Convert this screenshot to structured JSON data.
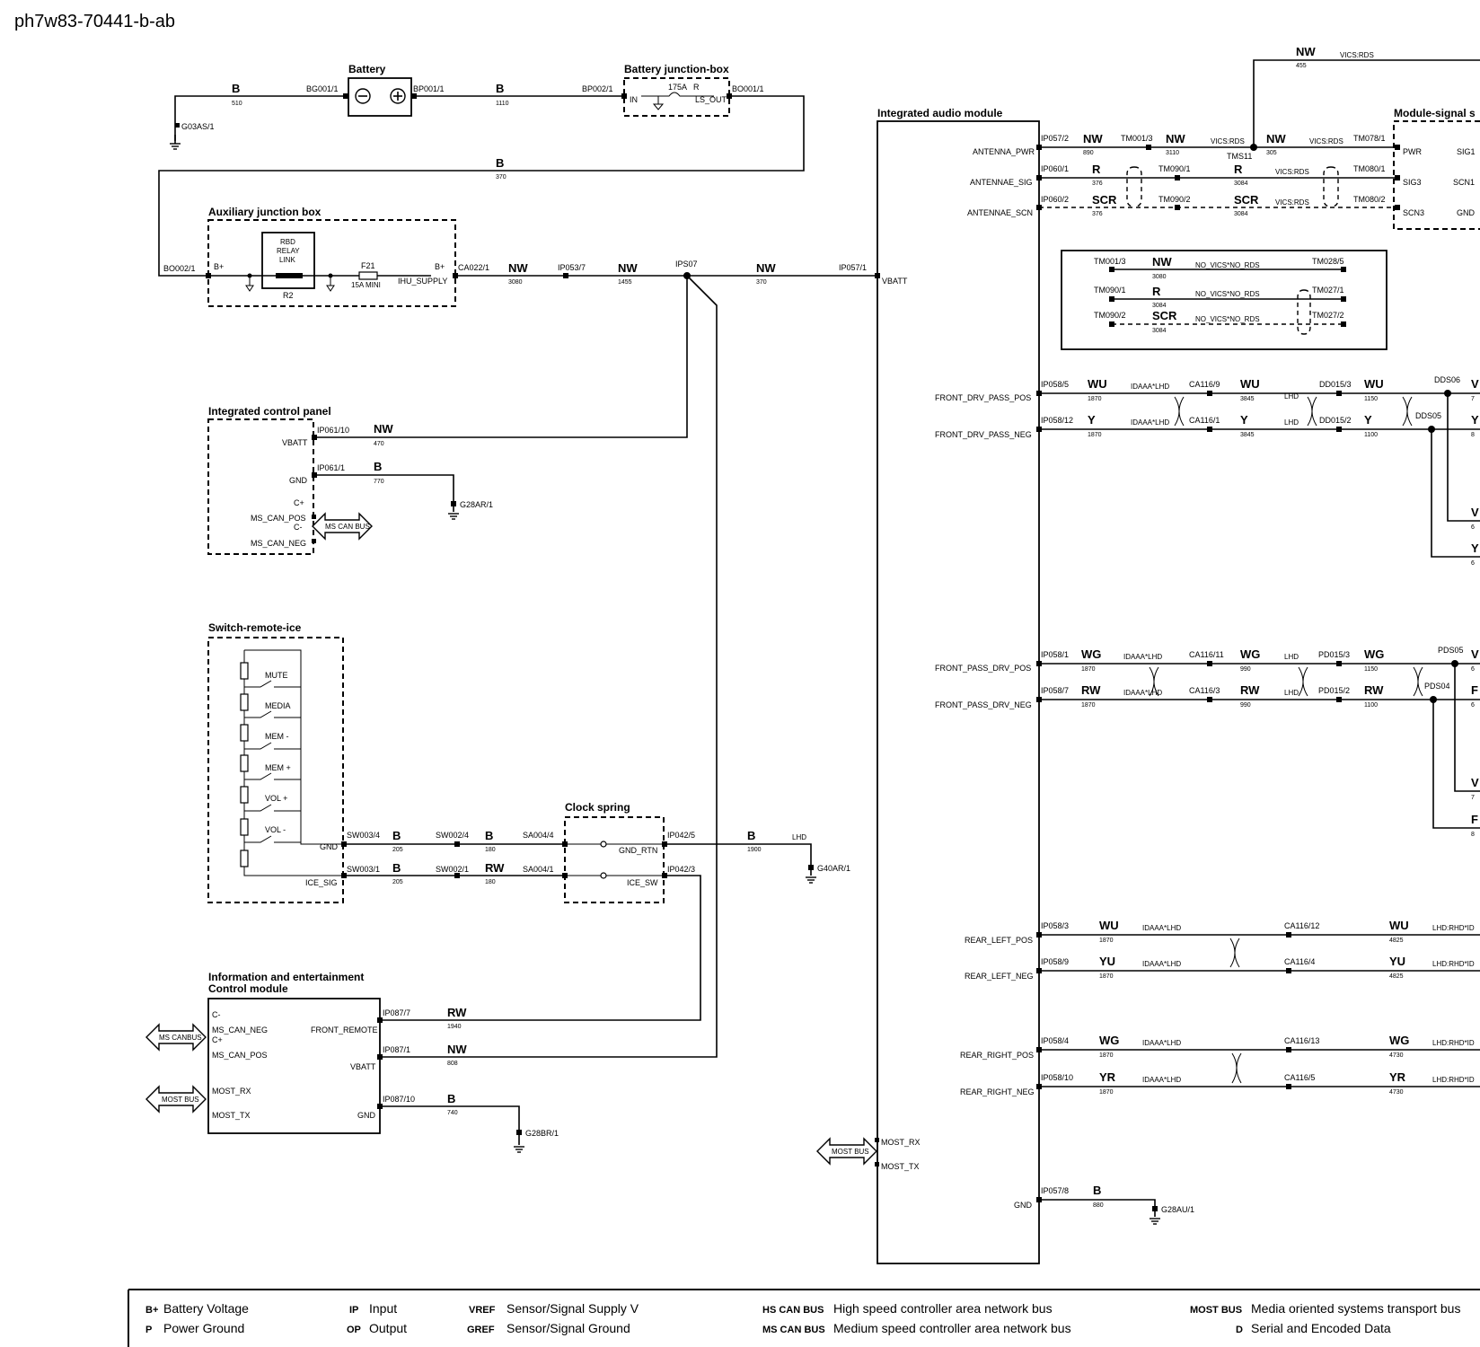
{
  "document_id": "ph7w83-70441-b-ab",
  "components": {
    "battery": "Battery",
    "battery_junction_box": "Battery junction-box",
    "auxiliary_junction_box": "Auxiliary junction box",
    "integrated_control_panel": "Integrated control panel",
    "switch_remote_ice": "Switch-remote-ice",
    "clock_spring": "Clock spring",
    "info_ent_module_line1": "Information and entertainment",
    "info_ent_module_line2": "Control module",
    "integrated_audio_module": "Integrated audio module",
    "module_signal": "Module-signal s"
  },
  "battery_section": {
    "wire1": {
      "color": "B",
      "circuit": "510"
    },
    "wire2": {
      "color": "B",
      "circuit": "1110"
    },
    "wire3": {
      "color": "B",
      "circuit": "370"
    },
    "bg001": "BG001/1",
    "bp001": "BP001/1",
    "bp002": "BP002/1",
    "bo001": "BO001/1",
    "ground": "G03AS/1",
    "fuse_rating": "175A",
    "fuse_code": "R",
    "fuse_in": "IN",
    "fuse_out": "LS_OUT"
  },
  "aux_section": {
    "bo002": "BO002/1",
    "b_plus_in": "B+",
    "relay_label": [
      "RBD",
      "RELAY",
      "LINK"
    ],
    "relay_ref": "R2",
    "fuse": "F21",
    "fuse_rating": "15A MINI",
    "b_plus_out": "B+",
    "ihu_supply": "IHU_SUPPLY",
    "ca022": "CA022/1",
    "wire_a": {
      "color": "NW",
      "circuit": "3080"
    },
    "ip053": "IP053/7",
    "wire_b": {
      "color": "NW",
      "circuit": "1455"
    },
    "splice": "IPS07",
    "wire_c": {
      "color": "NW",
      "circuit": "370"
    },
    "ip057_1": "IP057/1",
    "vbatt": "VBATT"
  },
  "icp_section": {
    "vbatt": "VBATT",
    "ip061_10": "IP061/10",
    "wire_vbatt": {
      "color": "NW",
      "circuit": "470"
    },
    "gnd": "GND",
    "ip061_1": "IP061/1",
    "wire_gnd": {
      "color": "B",
      "circuit": "770"
    },
    "ground": "G28AR/1",
    "c_plus": "C+",
    "ms_can_pos": "MS_CAN_POS",
    "c_minus": "C-",
    "ms_can_neg": "MS_CAN_NEG",
    "bus": "MS CAN BUS"
  },
  "switch_section": {
    "switches": [
      "MUTE",
      "MEDIA",
      "MEM -",
      "MEM +",
      "VOL +",
      "VOL -"
    ],
    "gnd": "GND",
    "ice_sig": "ICE_SIG",
    "sw003_4": "SW003/4",
    "sw003_1": "SW003/1",
    "wire_g1": {
      "color": "B",
      "circuit": "205"
    },
    "wire_s1": {
      "color": "B",
      "circuit": "205"
    },
    "sw002_4": "SW002/4",
    "sw002_1": "SW002/1",
    "wire_g2": {
      "color": "B",
      "circuit": "180"
    },
    "wire_s2": {
      "color": "RW",
      "circuit": "180"
    },
    "sa004_4": "SA004/4",
    "sa004_1": "SA004/1",
    "gnd_rtn": "GND_RTN",
    "ice_sw": "ICE_SW",
    "ip042_5": "IP042/5",
    "ip042_3": "IP042/3",
    "wire_g3": {
      "color": "B",
      "circuit": "1900"
    },
    "lhd": "LHD",
    "ground": "G40AR/1"
  },
  "iec_section": {
    "c_minus": "C-",
    "ms_can_neg": "MS_CAN_NEG",
    "c_plus": "C+",
    "ms_can_pos": "MS_CAN_POS",
    "most_rx": "MOST_RX",
    "most_tx": "MOST_TX",
    "front_remote": "FRONT_REMOTE",
    "vbatt": "VBATT",
    "gnd": "GND",
    "ip087_7": "IP087/7",
    "ip087_1": "IP087/1",
    "ip087_10": "IP087/10",
    "wire_fr": {
      "color": "RW",
      "circuit": "1940"
    },
    "wire_vb": {
      "color": "NW",
      "circuit": "808"
    },
    "wire_gnd": {
      "color": "B",
      "circuit": "740"
    },
    "ground": "G28BR/1",
    "ms_bus": "MS CANBUS",
    "most_bus": "MOST BUS"
  },
  "iam_pins": {
    "antenna_pwr": "ANTENNA_PWR",
    "antennae_sig": "ANTENNAE_SIG",
    "antennae_scn": "ANTENNAE_SCN",
    "front_drv_pass_pos": "FRONT_DRV_PASS_POS",
    "front_drv_pass_neg": "FRONT_DRV_PASS_NEG",
    "front_pass_drv_pos": "FRONT_PASS_DRV_POS",
    "front_pass_drv_neg": "FRONT_PASS_DRV_NEG",
    "rear_left_pos": "REAR_LEFT_POS",
    "rear_left_neg": "REAR_LEFT_NEG",
    "rear_right_pos": "REAR_RIGHT_POS",
    "rear_right_neg": "REAR_RIGHT_NEG",
    "most_rx": "MOST_RX",
    "most_tx": "MOST_TX",
    "gnd": "GND",
    "most_bus": "MOST BUS"
  },
  "antenna_section": {
    "top_wire": {
      "color": "NW",
      "circuit": "455",
      "note": "VICS:RDS"
    },
    "pwr": {
      "conn": "IP057/2",
      "c1": "NW",
      "n1": "890",
      "tm1": "TM001/3",
      "c2": "NW",
      "n2": "3110",
      "note": "VICS:RDS",
      "c3": "NW",
      "n3": "305",
      "splice": "TMS11",
      "note2": "VICS:RDS",
      "tm2": "TM078/1",
      "pin": "PWR",
      "rpin": "SIG1"
    },
    "sig": {
      "conn": "IP060/1",
      "c1": "R",
      "n1": "376",
      "tm1": "TM090/1",
      "c2": "R",
      "n2": "3084",
      "note": "VICS:RDS",
      "tm2": "TM080/1",
      "pin": "SIG3",
      "rpin": "SCN1"
    },
    "scn": {
      "conn": "IP060/2",
      "c1": "SCR",
      "n1": "376",
      "tm1": "TM090/2",
      "c2": "SCR",
      "n2": "3084",
      "note": "VICS:RDS",
      "tm2": "TM080/2",
      "pin": "SCN3",
      "rpin": "GND"
    }
  },
  "alt_box": {
    "row1": {
      "l": "TM001/3",
      "c": "NW",
      "n": "3080",
      "note": "NO_VICS*NO_RDS",
      "r": "TM028/5"
    },
    "row2": {
      "l": "TM090/1",
      "c": "R",
      "n": "3084",
      "note": "NO_VICS*NO_RDS",
      "r": "TM027/1"
    },
    "row3": {
      "l": "TM090/2",
      "c": "SCR",
      "n": "3084",
      "note": "NO_VICS*NO_RDS",
      "r": "TM027/2"
    }
  },
  "front_drv": {
    "pos": {
      "conn": "IP058/5",
      "c1": "WU",
      "n1": "1870",
      "note1": "IDAAA*LHD",
      "ca": "CA116/9",
      "c2": "WU",
      "n2": "3845",
      "note2": "LHD",
      "dd": "DD015/3",
      "c3": "WU",
      "n3": "1150",
      "splice": "DDS06",
      "c4": "V",
      "n4": "7"
    },
    "neg": {
      "conn": "IP058/12",
      "c1": "Y",
      "n1": "1870",
      "note1": "IDAAA*LHD",
      "ca": "CA116/1",
      "c2": "Y",
      "n2": "3845",
      "note2": "LHD",
      "dd": "DD015/2",
      "c3": "Y",
      "n3": "1100",
      "splice": "DDS05",
      "c4": "Y",
      "n4": "8"
    },
    "branch1": {
      "c": "V",
      "n": "6"
    },
    "branch2": {
      "c": "Y",
      "n": "6"
    }
  },
  "front_pass": {
    "pos": {
      "conn": "IP058/1",
      "c1": "WG",
      "n1": "1870",
      "note1": "IDAAA*LHD",
      "ca": "CA116/11",
      "c2": "WG",
      "n2": "990",
      "note2": "LHD",
      "pd": "PD015/3",
      "c3": "WG",
      "n3": "1150",
      "splice": "PDS05",
      "c4": "V",
      "n4": "6"
    },
    "neg": {
      "conn": "IP058/7",
      "c1": "RW",
      "n1": "1870",
      "note1": "IDAAA*LHD",
      "ca": "CA116/3",
      "c2": "RW",
      "n2": "990",
      "note2": "LHD",
      "pd": "PD015/2",
      "c3": "RW",
      "n3": "1100",
      "splice": "PDS04",
      "c4": "F",
      "n4": "6"
    },
    "branch1": {
      "c": "V",
      "n": "7"
    },
    "branch2": {
      "c": "F",
      "n": "8"
    }
  },
  "rear_left": {
    "pos": {
      "conn": "IP058/3",
      "c1": "WU",
      "n1": "1870",
      "note1": "IDAAA*LHD",
      "ca": "CA116/12",
      "c2": "WU",
      "n2": "4825",
      "note2": "LHD:RHD*ID"
    },
    "neg": {
      "conn": "IP058/9",
      "c1": "YU",
      "n1": "1870",
      "note1": "IDAAA*LHD",
      "ca": "CA116/4",
      "c2": "YU",
      "n2": "4825",
      "note2": "LHD:RHD*ID"
    }
  },
  "rear_right": {
    "pos": {
      "conn": "IP058/4",
      "c1": "WG",
      "n1": "1870",
      "note1": "IDAAA*LHD",
      "ca": "CA116/13",
      "c2": "WG",
      "n2": "4730",
      "note2": "LHD:RHD*ID"
    },
    "neg": {
      "conn": "IP058/10",
      "c1": "YR",
      "n1": "1870",
      "note1": "IDAAA*LHD",
      "ca": "CA116/5",
      "c2": "YR",
      "n2": "4730",
      "note2": "LHD:RHD*ID"
    }
  },
  "iam_gnd": {
    "conn": "IP057/8",
    "c": "B",
    "n": "880",
    "ground": "G28AU/1"
  },
  "legend": [
    {
      "abbr": "B+",
      "text": "Battery Voltage"
    },
    {
      "abbr": "P",
      "text": "Power Ground"
    },
    {
      "abbr": "IP",
      "text": "Input"
    },
    {
      "abbr": "OP",
      "text": "Output"
    },
    {
      "abbr": "VREF",
      "text": "Sensor/Signal Supply V"
    },
    {
      "abbr": "GREF",
      "text": "Sensor/Signal Ground"
    },
    {
      "abbr": "HS CAN BUS",
      "text": "High speed controller area network bus"
    },
    {
      "abbr": "MS CAN BUS",
      "text": "Medium speed controller area network bus"
    },
    {
      "abbr": "MOST BUS",
      "text": "Media oriented systems transport bus"
    },
    {
      "abbr": "D",
      "text": "Serial and Encoded Data"
    }
  ]
}
